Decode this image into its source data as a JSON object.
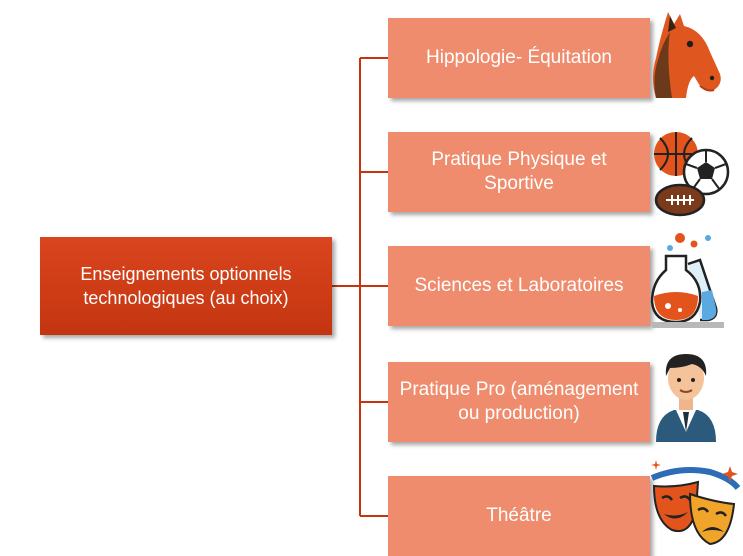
{
  "root": {
    "label": "Enseignements optionnels technologiques (au choix)"
  },
  "options": [
    {
      "label": "Hippologie- Équitation",
      "icon": "horse-icon"
    },
    {
      "label": "Pratique Physique et Sportive",
      "icon": "sports-balls-icon"
    },
    {
      "label": "Sciences et Laboratoires",
      "icon": "lab-flasks-icon"
    },
    {
      "label": "Pratique Pro (aménagement ou production)",
      "icon": "businessman-icon"
    },
    {
      "label": "Théâtre",
      "icon": "theater-masks-icon"
    }
  ],
  "colors": {
    "root": "#d13f16",
    "child": "#ee8c6d",
    "connector": "#c4350f"
  }
}
